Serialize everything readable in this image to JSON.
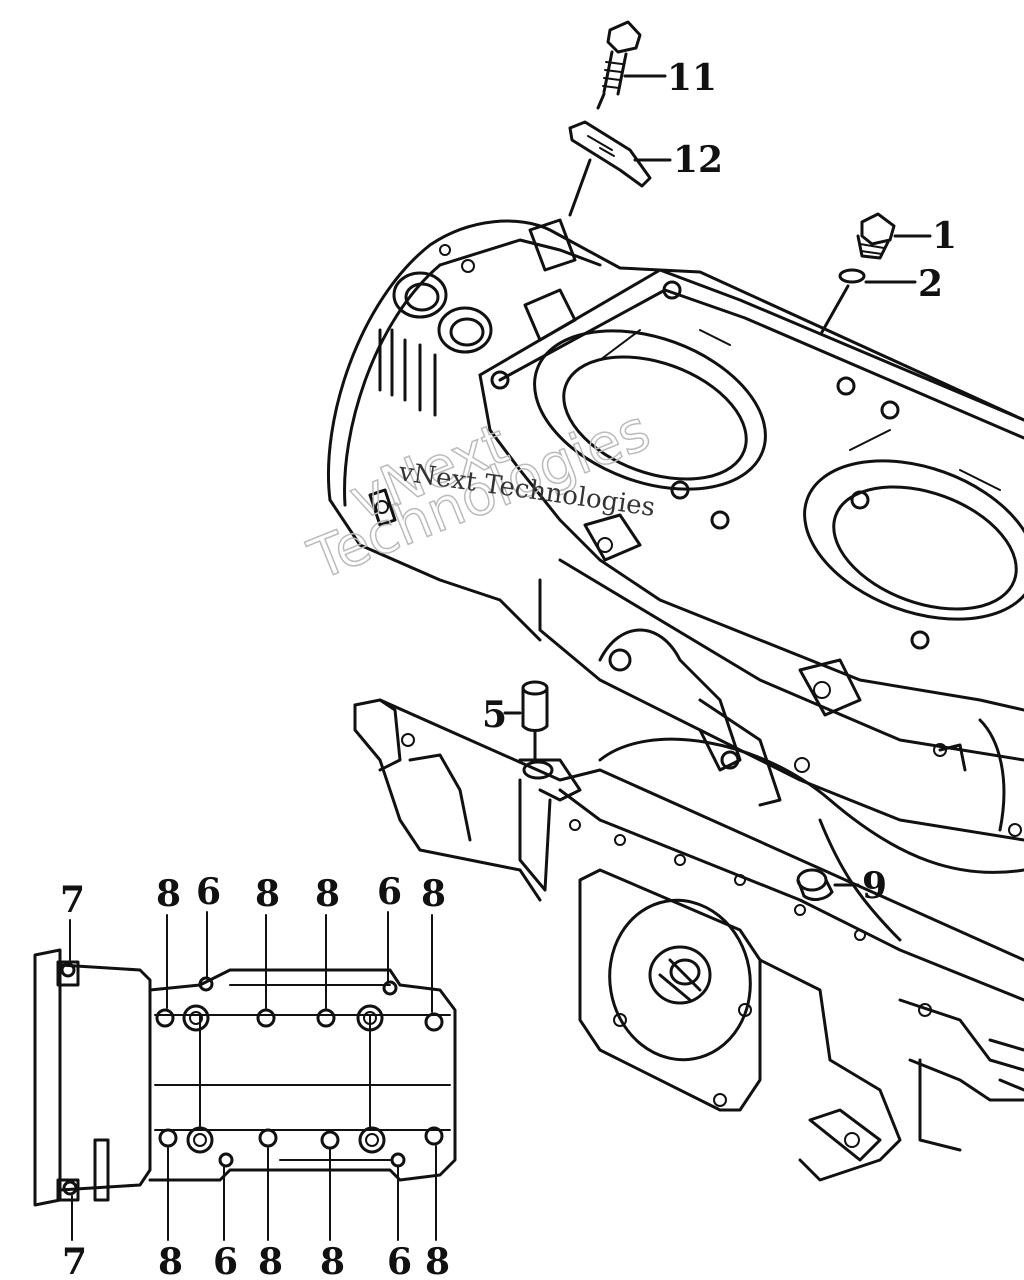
{
  "callouts": {
    "c1": "1",
    "c2": "2",
    "c5": "5",
    "c9": "9",
    "c11": "11",
    "c12": "12",
    "top_row": [
      "7",
      "8",
      "6",
      "8",
      "8",
      "6",
      "8"
    ],
    "bottom_row": [
      "7",
      "8",
      "6",
      "8",
      "8",
      "6",
      "8"
    ]
  },
  "watermark": {
    "line1": "vNext Technologies",
    "line2a": "vNext",
    "line2b": "Technologies"
  }
}
